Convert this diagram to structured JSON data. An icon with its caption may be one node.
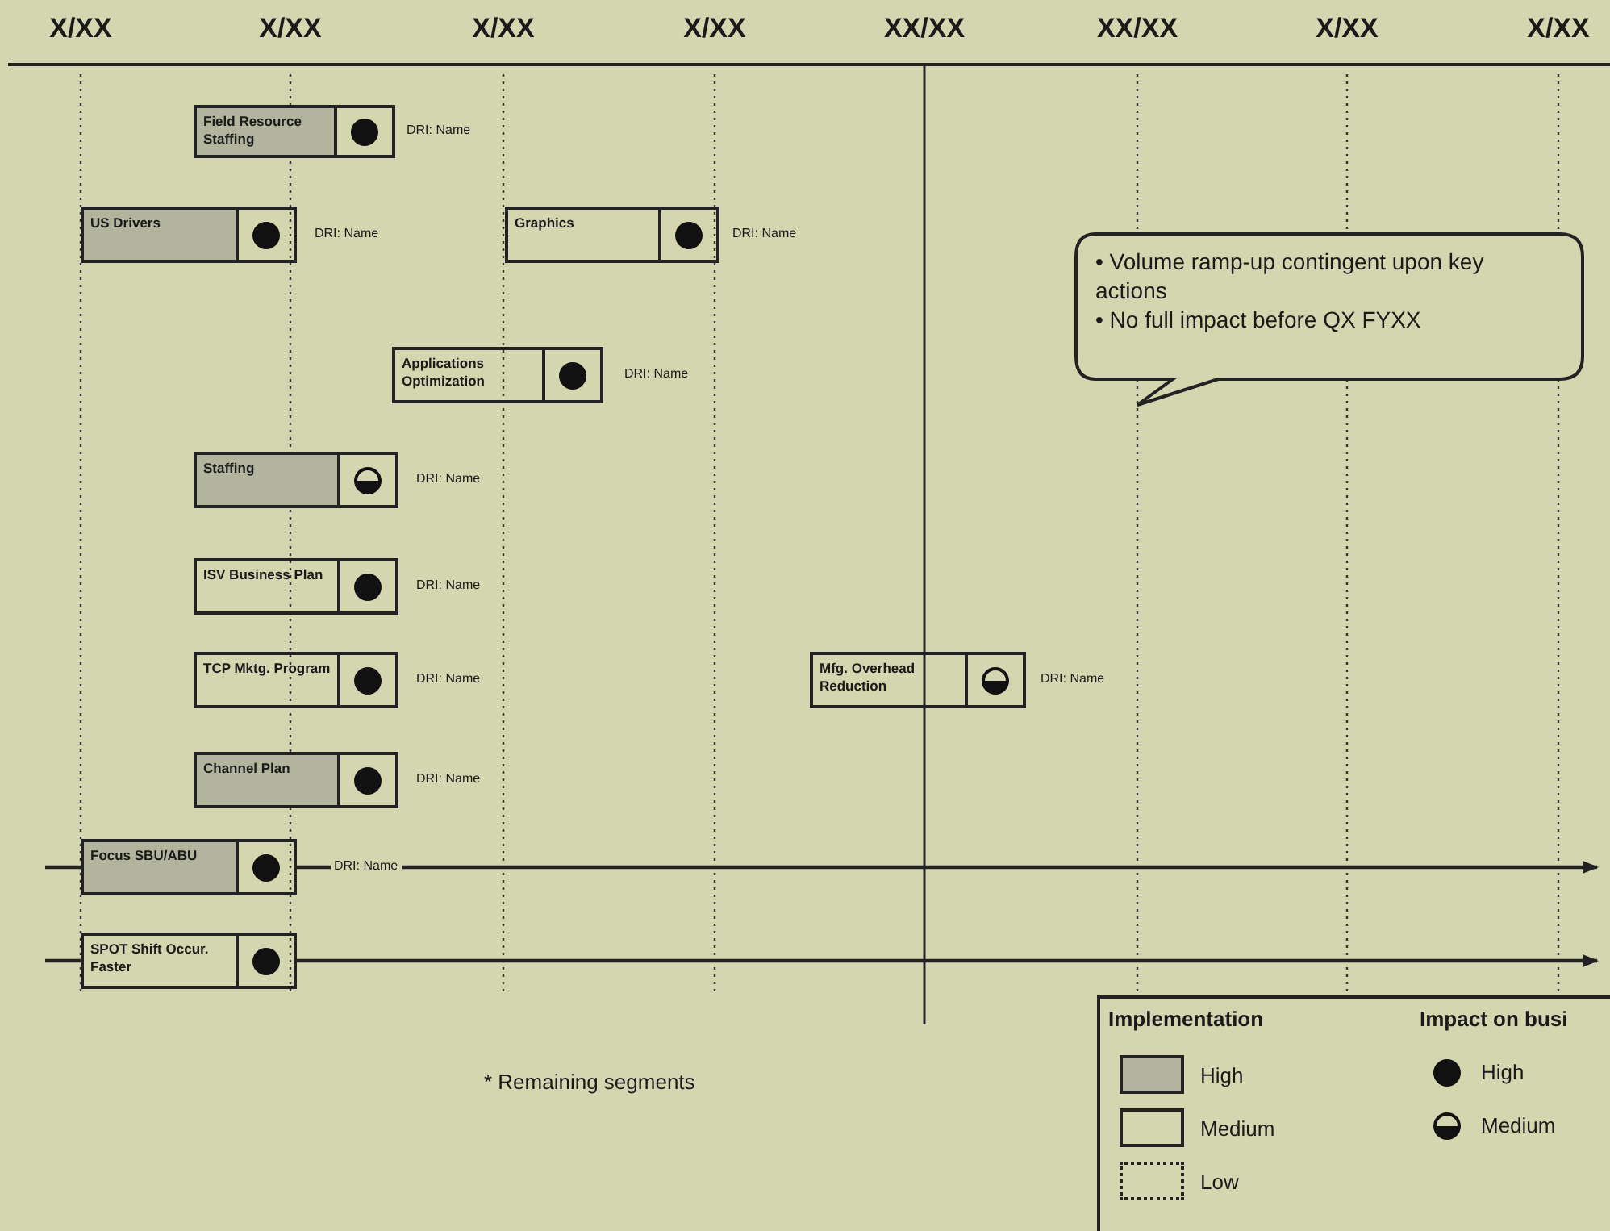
{
  "diagram": {
    "nodes": [
      {
        "text": [
          "Field Resource Staffing"
        ],
        "beside": [
          "DRI: Name"
        ]
      },
      {
        "text": [
          "US Drivers"
        ],
        "beside": [
          "DRI: Name"
        ]
      },
      {
        "text": [
          "Graphics"
        ],
        "beside": [
          "DRI: Name"
        ]
      },
      {
        "text": [
          "Applications Optimization"
        ],
        "beside": [
          "DRI: Name"
        ]
      },
      {
        "text": [
          "Staffing"
        ],
        "beside": [
          "DRI: Name"
        ]
      },
      {
        "text": [
          "ISV Business Plan"
        ],
        "beside": [
          "DRI: Name"
        ]
      },
      {
        "text": [
          "TCP Mktg. Program"
        ],
        "beside": [
          "DRI: Name"
        ]
      },
      {
        "text": [
          "Channel Plan"
        ],
        "beside": [
          "DRI: Name"
        ]
      },
      {
        "text": [
          "Focus SBU/ABU"
        ],
        "beside": [
          "DRI: Name"
        ]
      },
      {
        "text": [
          "SPOT Shift Occur. Faster"
        ]
      },
      {
        "text": [
          "Mfg. Overhead Reduction"
        ],
        "beside": [
          "DRI: Name"
        ]
      },
      {
        "text": [
          "• Volume ramp-up contingent upon key actions",
          "• No full impact before QX FYXX"
        ]
      }
    ],
    "edges": [
      {
        "from": 8,
        "to": null,
        "arrow": "to"
      },
      {
        "from": 9,
        "to": null,
        "arrow": "to"
      }
    ],
    "labels": [
      "X/XX",
      "X/XX",
      "X/XX",
      "X/XX",
      "XX/XX",
      "XX/XX",
      "X/XX",
      "X/XX",
      "* Remaining segments",
      "Implementation",
      "Impact on busi"
    ],
    "legend": [
      {
        "text": "High",
        "color": "#b3b49d"
      },
      {
        "text": "Medium"
      },
      {
        "text": "Low"
      },
      {
        "text": "High"
      },
      {
        "text": "Medium"
      }
    ]
  }
}
